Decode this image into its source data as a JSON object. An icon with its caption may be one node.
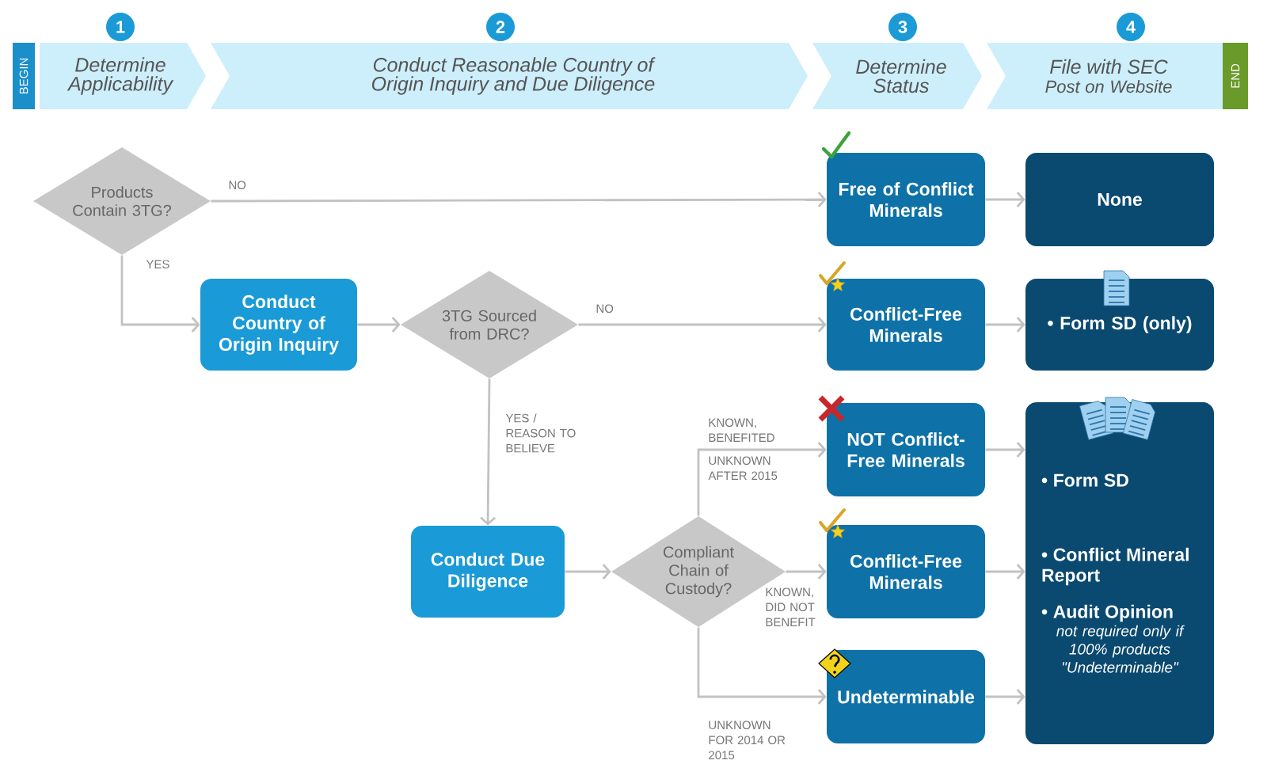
{
  "diagram": {
    "nodes": [
      {
        "text": [
          "BEGIN"
        ]
      },
      {
        "text": [
          "1"
        ]
      },
      {
        "text": [
          "Determine Applicability"
        ]
      },
      {
        "text": [
          "2"
        ]
      },
      {
        "text": [
          "Conduct Reasonable Country of Origin Inquiry and Due Diligence"
        ]
      },
      {
        "text": [
          "3"
        ]
      },
      {
        "text": [
          "Determine Status"
        ]
      },
      {
        "text": [
          "4"
        ]
      },
      {
        "text": [
          "File with SEC",
          "Post on Website"
        ]
      },
      {
        "text": [
          "END"
        ]
      },
      {
        "text": [
          "Products Contain 3TG?"
        ]
      },
      {
        "text": [
          "Conduct Country of Origin Inquiry"
        ]
      },
      {
        "text": [
          "3TG Sourced from DRC?"
        ]
      },
      {
        "text": [
          "Conduct Due Diligence"
        ]
      },
      {
        "text": [
          "Compliant Chain of Custody?"
        ]
      },
      {
        "text": [
          "Free of Conflict Minerals"
        ]
      },
      {
        "text": [
          "Conflict-Free Minerals"
        ]
      },
      {
        "text": [
          "NOT Conflict-Free Minerals"
        ]
      },
      {
        "text": [
          "Conflict-Free Minerals"
        ]
      },
      {
        "text": [
          "Undeterminable"
        ]
      },
      {
        "text": [
          "None"
        ]
      },
      {
        "text": [
          "• Form SD (only)"
        ]
      },
      {
        "text": [
          "• Form SD",
          "• Conflict Mineral Report",
          "• Audit Opinion",
          "not required only if 100% products \"Undeterminable\""
        ]
      }
    ],
    "edges": [
      {
        "from": 10,
        "to": 15,
        "arrow": "to",
        "label": "NO"
      },
      {
        "from": 10,
        "to": 11,
        "arrow": "to",
        "label": "YES"
      },
      {
        "from": 11,
        "to": 12,
        "arrow": "to"
      },
      {
        "from": 12,
        "to": 16,
        "arrow": "to",
        "label": "NO"
      },
      {
        "from": 12,
        "to": 13,
        "arrow": "to",
        "label": "YES / REASON TO BELIEVE"
      },
      {
        "from": 13,
        "to": 14,
        "arrow": "to"
      },
      {
        "from": 14,
        "to": 17,
        "arrow": "to",
        "label": "KNOWN, BENEFITED"
      },
      {
        "from": 14,
        "to": 18,
        "arrow": "to",
        "label": "KNOWN, DID NOT BENEFIT"
      },
      {
        "from": 14,
        "to": 19,
        "arrow": "to",
        "label": "UNKNOWN FOR 2014 OR 2015"
      },
      {
        "from": 15,
        "to": 20,
        "arrow": "to"
      },
      {
        "from": 16,
        "to": 21,
        "arrow": "to"
      },
      {
        "from": 17,
        "to": 22,
        "arrow": "to"
      },
      {
        "from": 18,
        "to": 22,
        "arrow": "to"
      },
      {
        "from": 19,
        "to": 22,
        "arrow": "to"
      }
    ],
    "labels": [
      "UNKNOWN AFTER 2015"
    ]
  }
}
